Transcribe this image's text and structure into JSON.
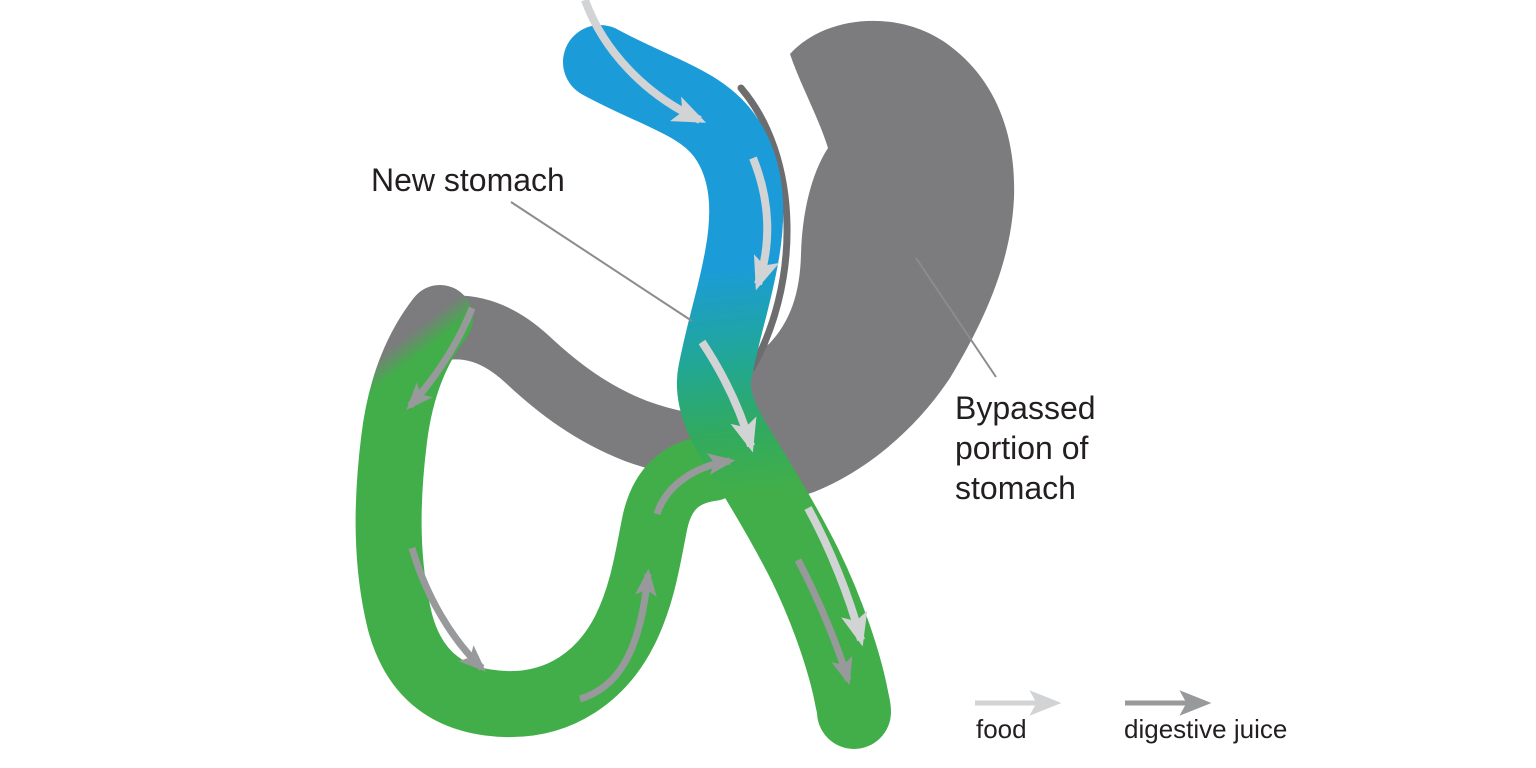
{
  "diagram": {
    "labels": {
      "new_stomach": "New stomach",
      "bypassed_lines": [
        "Bypassed",
        "portion of",
        "stomach"
      ]
    },
    "legend": {
      "food_label": "food",
      "juice_label": "digestive juice"
    },
    "colors": {
      "pouch_blue": "#1b9cd9",
      "teal_transition": "#21a794",
      "green_teal_mid": "#31aa60",
      "intestine_green": "#41ae49",
      "stomach_gray": "#7c7c7e",
      "edge_dark_gray": "#6d6d70",
      "food_arrow": "#d1d3d4",
      "juice_arrow": "#97999b",
      "leader_line": "#8a8c8e",
      "text": "#231f20",
      "background": "#ffffff"
    },
    "flow_arrows": {
      "food_count": 4,
      "juice_count": 5
    }
  }
}
